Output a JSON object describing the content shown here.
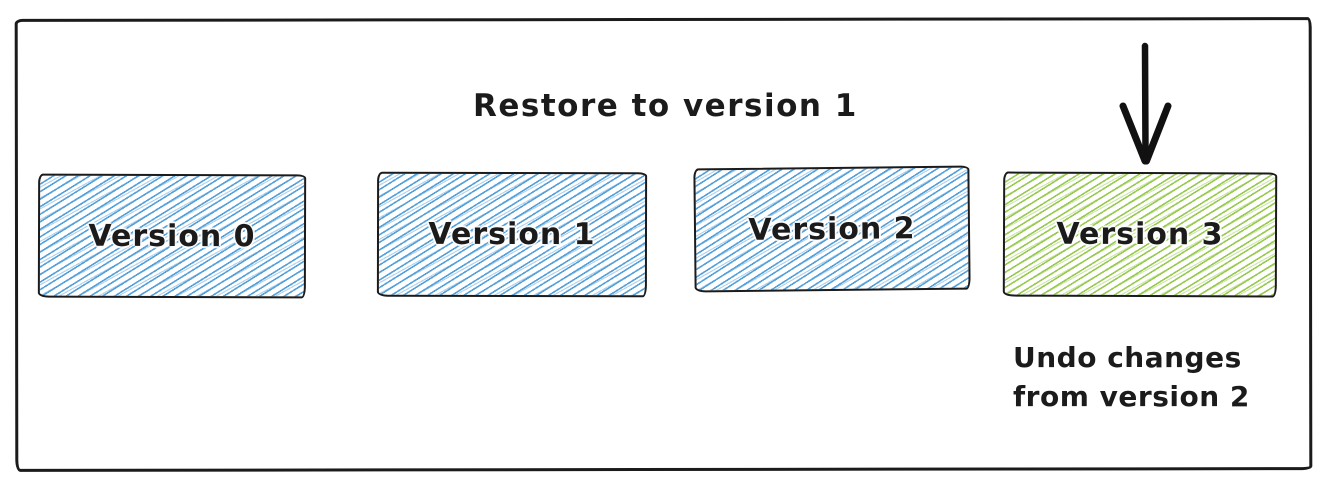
{
  "diagram": {
    "title": "Restore to version 1",
    "boxes": [
      {
        "label": "Version 0",
        "fill": "blue"
      },
      {
        "label": "Version 1",
        "fill": "blue"
      },
      {
        "label": "Version 2",
        "fill": "blue"
      },
      {
        "label": "Version 3",
        "fill": "green"
      }
    ],
    "arrow": {
      "direction": "down"
    },
    "annotation": {
      "line1": "Undo changes",
      "line2": "from version 2"
    }
  },
  "colors": {
    "blue_hatch": "#56a0d9",
    "green_hatch": "#98ca51",
    "ink": "#1b1b1b"
  }
}
